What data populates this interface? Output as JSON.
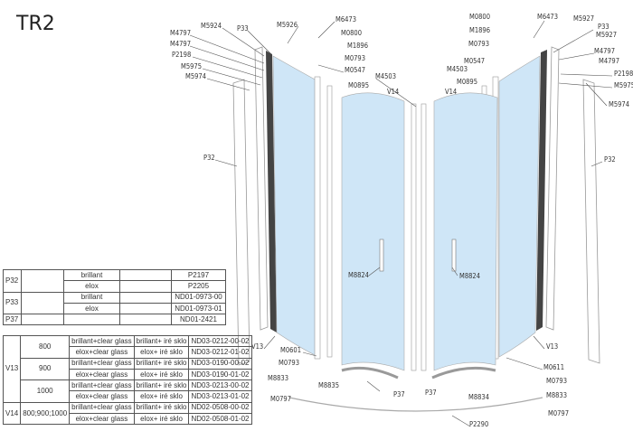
{
  "title": "TR2",
  "labels": [
    "M5924",
    "P33",
    "M5926",
    "M6473",
    "M0800",
    "M4797",
    "M4797",
    "M1896",
    "P2198",
    "M0793",
    "M5975",
    "M5974",
    "M0547",
    "M4503",
    "M0895",
    "V14",
    "P32",
    "M8824",
    "V13",
    "M0601",
    "M0793",
    "M8833",
    "M8835",
    "M0797",
    "P37",
    "M0800",
    "M6473",
    "M5927",
    "M1896",
    "P33",
    "M5927",
    "M0793",
    "M4797",
    "M4797",
    "M0547",
    "P2198",
    "M4503",
    "M5975",
    "M0895",
    "V14",
    "M5974",
    "P32",
    "M8824",
    "V13",
    "M0611",
    "M0793",
    "M8833",
    "M8834",
    "P37",
    "M0797",
    "P2290"
  ],
  "profiles_table": [
    {
      "part": "P32",
      "finish": "brillant",
      "code": "P2197"
    },
    {
      "part": "",
      "finish": "elox",
      "code": "P2205"
    },
    {
      "part": "P33",
      "finish": "brillant",
      "code": "ND01-0973-00"
    },
    {
      "part": "",
      "finish": "elox",
      "code": "ND01-0973-01"
    },
    {
      "part": "P37",
      "finish": "",
      "code": "ND01-2421"
    }
  ],
  "glass_table": {
    "V13": "V13",
    "V14": "V14",
    "s800": "800",
    "s900": "900",
    "s1000": "1000",
    "s_all": "800;900;1000",
    "rows": [
      {
        "en": "brillant+clear glass",
        "cz": "brillant+  iré sklo",
        "code": "ND03-0212-00-02"
      },
      {
        "en": "elox+clear glass",
        "cz": "elox+  iré sklo",
        "code": "ND03-0212-01-02"
      },
      {
        "en": "brillant+clear glass",
        "cz": "brillant+  iré sklo",
        "code": "ND03-0190-00-02"
      },
      {
        "en": "elox+clear glass",
        "cz": "elox+  iré sklo",
        "code": "ND03-0190-01-02"
      },
      {
        "en": "brillant+clear glass",
        "cz": "brillant+  iré sklo",
        "code": "ND03-0213-00-02"
      },
      {
        "en": "elox+clear glass",
        "cz": "elox+  iré sklo",
        "code": "ND03-0213-01-02"
      },
      {
        "en": "brillant+clear glass",
        "cz": "brillant+  iré sklo",
        "code": "ND02-0508-00-02"
      },
      {
        "en": "elox+clear glass",
        "cz": "elox+  iré sklo",
        "code": "ND02-0508-01-02"
      }
    ]
  },
  "colors": {
    "glass": "#cfe6f7",
    "seal": "#444444"
  }
}
